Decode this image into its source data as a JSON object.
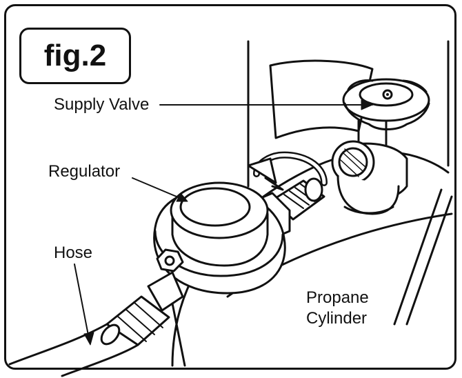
{
  "figure": {
    "label": "fig.2"
  },
  "callouts": {
    "supply_valve": "Supply Valve",
    "regulator": "Regulator",
    "hose": "Hose",
    "propane_cylinder_line1": "Propane",
    "propane_cylinder_line2": "Cylinder"
  },
  "colors": {
    "line": "#111111",
    "background": "#ffffff"
  }
}
